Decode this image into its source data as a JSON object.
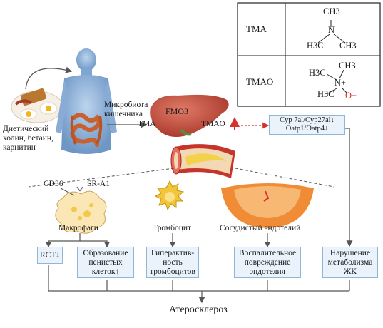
{
  "table": {
    "rows": [
      {
        "name": "TMA"
      },
      {
        "name": "TMAO"
      }
    ],
    "tma_formula": {
      "top": "CH3",
      "n": "N",
      "left": "H3C",
      "right": "CH3"
    },
    "tmao_formula": {
      "top": "CH3",
      "left": "H3C",
      "n": "N+",
      "bottom_left": "H3C",
      "o": "O−"
    }
  },
  "labels": {
    "diet": "Диетический\nхолин, бетаин,\nкарнитин",
    "microbiota": "Микробиота\nкишечника",
    "tma": "TMA",
    "fmo3": "FMO3",
    "tmao": "TMAO",
    "tmao_arrow": "↑",
    "cyp": "Cyp 7al/Cyp27al↓\nOatp1/Oatp4↓",
    "cd36": "CD36",
    "sra1": "SR-A1",
    "macrophages": "Макрофаги",
    "platelet": "Тромбоцит",
    "endothelium": "Сосудистый эндотелий",
    "atherosclerosis": "Атеросклероз"
  },
  "boxes": {
    "rct": "RCT↓",
    "foam": "Образование\nпенистых\nклеток↑",
    "hyper": "Гиперактив-\nность\nтромбоцитов",
    "inflam": "Воспалительное\nповреждение\nэндотелия",
    "bile": "Нарушение\nметаболизма\nЖК"
  },
  "colors": {
    "box_border": "#8fb6d6",
    "box_fill": "#eaf3fb",
    "arrow": "#555555",
    "red": "#d8312b",
    "liver": "#c24a3c",
    "body": "#7fa6d2",
    "cell": "#f3d37a"
  }
}
